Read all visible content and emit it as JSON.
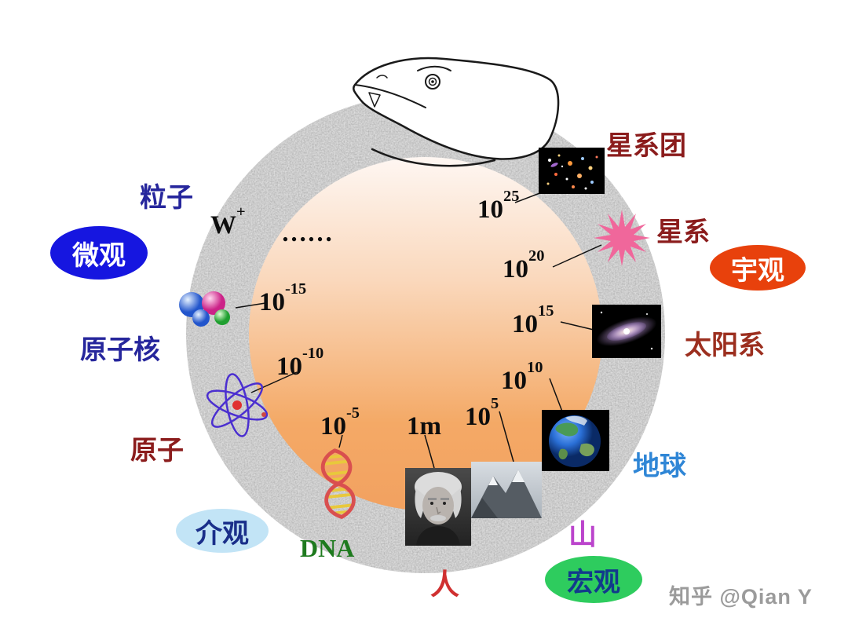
{
  "diagram_title": "scales-of-the-universe-ouroboros",
  "scales": [
    {
      "base": "10",
      "exp": "25"
    },
    {
      "base": "10",
      "exp": "20"
    },
    {
      "base": "10",
      "exp": "15"
    },
    {
      "base": "10",
      "exp": "10"
    },
    {
      "base": "10",
      "exp": "5"
    },
    {
      "base": "1m",
      "exp": ""
    },
    {
      "base": "10",
      "exp": "-5"
    },
    {
      "base": "10",
      "exp": "-10"
    },
    {
      "base": "10",
      "exp": "-15"
    },
    {
      "base": "W",
      "exp": "+"
    },
    {
      "base": "……",
      "exp": ""
    }
  ],
  "labels": {
    "particle": "粒子",
    "nucleus": "原子核",
    "atom": "原子",
    "dna": "DNA",
    "human": "人",
    "mountain": "山",
    "earth": "地球",
    "solar_system": "太阳系",
    "galaxy": "星系",
    "galaxy_cluster": "星系团"
  },
  "badges": {
    "micro": "微观",
    "meso": "介观",
    "macro": "宏观",
    "cosmic": "宇观"
  },
  "watermark": "知乎 @Qian Y",
  "colors": {
    "micro_badge": "#1616E0",
    "meso_badge": "#C2E4F6",
    "macro_badge": "#2ECC5E",
    "cosmic_badge": "#E8410C",
    "navy_label": "#26269c",
    "dark_red_label": "#8B1C1C",
    "green_label": "#1E7A1E",
    "red_label": "#D03030",
    "purple_label": "#BB44CC",
    "blue_label": "#2F86D6",
    "disc_top": "#FEF7F3",
    "disc_bottom": "#F2A160",
    "star_pink": "#F0679B"
  },
  "icons": {
    "ring": "ouroboros-grainy-ring",
    "snake": "snake-head-line-art",
    "cluster": "galaxy-cluster-photo",
    "starburst": "pink-galaxy-starburst",
    "spiral_galaxy": "spiral-galaxy-photo",
    "earth": "earth-photo",
    "mountain": "mountain-photo",
    "einstein": "einstein-portrait-photo",
    "dna": "dna-double-helix",
    "atom": "atom-orbit-drawing",
    "nucleus": "nucleus-spheres"
  }
}
